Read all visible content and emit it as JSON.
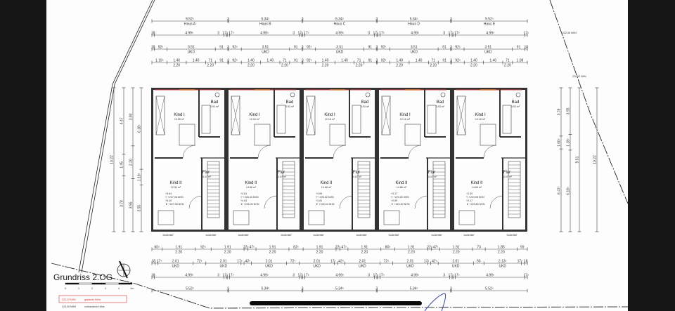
{
  "drawing": {
    "title": "Grundriss 2.OG",
    "scale_labels": [
      "0",
      "1",
      "2",
      "3",
      "4",
      "5m"
    ],
    "legend": [
      {
        "value": "222,22 NHN",
        "label": "geplante Höhe",
        "color": "#d23030"
      },
      {
        "value": "219,00 NHN",
        "label": "vorhandene Höhe",
        "color": "#333333"
      }
    ],
    "level_marks": [
      "222.35 NHN",
      "220.92 NHN"
    ],
    "colors": {
      "wall": "#333333",
      "window_red": "#e04848",
      "window_orange": "#e8803a",
      "pen": "#3a4a9a"
    }
  },
  "units": [
    {
      "house": "Haus A",
      "rooms": {
        "kind1": "Kind I",
        "kind1_area": "13.95 m²",
        "bad": "Bad",
        "bad_area": "5.93 m²",
        "kind2": "Kind II",
        "kind2_area": "12.54 m²",
        "flur": "Flur",
        "flur_area": "10.07 m²"
      },
      "levels": [
        "+5.63",
        "▽ +227.26 NHN",
        "+5.45",
        "▼ +227.08 NHN"
      ],
      "floor_label": "bodentief"
    },
    {
      "house": "Haus B",
      "rooms": {
        "kind1": "Kind I",
        "kind1_area": "12.16 m²",
        "bad": "Bad",
        "bad_area": "5.93 m²",
        "kind2": "Kind II",
        "kind2_area": "14.88 m²",
        "flur": "Flur",
        "flur_area": "10.07 m²"
      },
      "levels": [
        "+4.81",
        "▽ +226.44 NHN",
        "+4.63",
        "▼ +226.26 NHN"
      ],
      "floor_label": "bodentief"
    },
    {
      "house": "Haus C",
      "rooms": {
        "kind1": "Kind I",
        "kind1_area": "12.16 m²",
        "bad": "Bad",
        "bad_area": "5.93 m²",
        "kind2": "Kind II",
        "kind2_area": "14.88 m²",
        "flur": "Flur",
        "flur_area": "10.07 m²"
      },
      "levels": [
        "+3.99",
        "▽ +225.62 NHN",
        "+3.81",
        "▼ +225.44 NHN"
      ],
      "floor_label": "bodentief"
    },
    {
      "house": "Haus D",
      "rooms": {
        "kind1": "Kind I",
        "kind1_area": "12.16 m²",
        "bad": "Bad",
        "bad_area": "5.93 m²",
        "kind2": "Kind II",
        "kind2_area": "14.88 m²",
        "flur": "Flur",
        "flur_area": "10.07 m²"
      },
      "levels": [
        "+3.17",
        "▽ +224.80 NHN",
        "+2.99",
        "▼ +224.62 NHN"
      ],
      "floor_label": "bodentief"
    },
    {
      "house": "Haus E",
      "rooms": {
        "kind1": "Kind I",
        "kind1_area": "12.16 m²",
        "bad": "Bad",
        "bad_area": "5.93 m²",
        "kind2": "Kind II",
        "kind2_area": "14.66 m²",
        "flur": "Flur",
        "flur_area": "10.07 m²"
      },
      "levels": [
        "+2.35",
        "▽ +223.98 NHN",
        "+2.17",
        "▼ +223.80 NHN"
      ],
      "floor_label": "bodentief"
    }
  ],
  "dimensions": {
    "top": [
      [
        {
          "t": "5.52⁵",
          "b": "Haus A"
        },
        {
          "t": "3"
        },
        {
          "t": "5.34⁵",
          "b": "Haus B"
        },
        {
          "t": "3"
        },
        {
          "t": "5.34⁵",
          "b": "Haus C"
        },
        {
          "t": "3"
        },
        {
          "t": "5.34⁵",
          "b": "Haus D"
        },
        {
          "t": "3"
        },
        {
          "t": "5.52⁵",
          "b": "Haus E"
        }
      ],
      [
        {
          "t": "18"
        },
        {
          "t": "4.99⁵"
        },
        {
          "t": "17⁵"
        },
        {
          "t": "3"
        },
        {
          "t": "17⁵"
        },
        {
          "t": "4.99⁵"
        },
        {
          "t": "17⁵"
        },
        {
          "t": "3"
        },
        {
          "t": "17⁵"
        },
        {
          "t": "4.99⁵"
        },
        {
          "t": "17⁵"
        },
        {
          "t": "3"
        },
        {
          "t": "17⁵"
        },
        {
          "t": "4.99⁵"
        },
        {
          "t": "17⁵"
        },
        {
          "t": "3"
        },
        {
          "t": "17⁵"
        },
        {
          "t": "4.99⁵"
        },
        {
          "t": "17⁵"
        }
      ],
      [
        {
          "t": "18"
        },
        {
          "t": "92⁵"
        },
        {
          "t": "3.51",
          "b": "UKD"
        },
        {
          "t": "91"
        },
        {
          "t": "3"
        },
        {
          "t": "92⁵"
        },
        {
          "t": "3.51",
          "b": "UKD"
        },
        {
          "t": "91"
        },
        {
          "t": "3"
        },
        {
          "t": "92⁵"
        },
        {
          "t": "3.51",
          "b": "UKD"
        },
        {
          "t": "91"
        },
        {
          "t": "3"
        },
        {
          "t": "92⁵"
        },
        {
          "t": "3.51",
          "b": "UKD"
        },
        {
          "t": "91"
        },
        {
          "t": "3"
        },
        {
          "t": "92⁵"
        },
        {
          "t": "3.51",
          "b": "UKD"
        },
        {
          "t": "91"
        },
        {
          "t": "18"
        }
      ],
      [
        {
          "t": "1.10⁵"
        },
        {
          "t": "1.40",
          "b": "2.20"
        },
        {
          "t": "1.40"
        },
        {
          "t": "71",
          "b": "2.20"
        },
        {
          "t": "91"
        },
        {
          "t": "3"
        },
        {
          "t": "92⁵"
        },
        {
          "t": "1.40",
          "b": "2.20"
        },
        {
          "t": "1.40"
        },
        {
          "t": "71",
          "b": "2.20"
        },
        {
          "t": "91"
        },
        {
          "t": "3"
        },
        {
          "t": "92⁵"
        },
        {
          "t": "1.40",
          "b": "2.20"
        },
        {
          "t": "1.40"
        },
        {
          "t": "71",
          "b": "2.20"
        },
        {
          "t": "91"
        },
        {
          "t": "3"
        },
        {
          "t": "92⁵"
        },
        {
          "t": "1.40",
          "b": "2.20"
        },
        {
          "t": "1.40"
        },
        {
          "t": "71",
          "b": "2.20"
        },
        {
          "t": "91"
        },
        {
          "t": "3"
        },
        {
          "t": "92⁵"
        },
        {
          "t": "1.40",
          "b": "2.20"
        },
        {
          "t": "1.40"
        },
        {
          "t": "71",
          "b": "2.20"
        },
        {
          "t": "1.08"
        }
      ]
    ],
    "bottom": [
      [
        {
          "t": "60⁵"
        },
        {
          "t": "1.91",
          "b": "2.20"
        },
        {
          "t": "92⁵"
        },
        {
          "t": "1.91",
          "b": "2.20"
        },
        {
          "t": "22⁵"
        },
        {
          "t": "47⁵"
        },
        {
          "t": "1.91",
          "b": "2.20"
        },
        {
          "t": "82⁵"
        },
        {
          "t": "1.91",
          "b": "2.20"
        },
        {
          "t": "22⁵"
        },
        {
          "t": "47⁵"
        },
        {
          "t": "1.91",
          "b": "2.20"
        },
        {
          "t": "80⁵"
        },
        {
          "t": "1.91",
          "b": "2.20"
        },
        {
          "t": "22⁵"
        },
        {
          "t": "47⁵"
        },
        {
          "t": "1.91",
          "b": "2.20"
        },
        {
          "t": "73"
        },
        {
          "t": "1.85",
          "b": "2.20"
        },
        {
          "t": "59"
        }
      ],
      [
        {
          "t": "18"
        },
        {
          "t": "17⁵"
        },
        {
          "t": "2.01",
          "b": "UKD"
        },
        {
          "t": "72⁵"
        },
        {
          "t": "2.01",
          "b": "UKD"
        },
        {
          "t": "17⁵"
        },
        {
          "t": "42⁵"
        },
        {
          "t": "2.01",
          "b": "UKD"
        },
        {
          "t": "72⁵"
        },
        {
          "t": "2.01",
          "b": "UKD"
        },
        {
          "t": "17⁵"
        },
        {
          "t": "42⁵"
        },
        {
          "t": "2.01",
          "b": "UKD"
        },
        {
          "t": "72⁵"
        },
        {
          "t": "2.01",
          "b": "UKD"
        },
        {
          "t": "17⁵"
        },
        {
          "t": "42⁵"
        },
        {
          "t": "2.01",
          "b": "UKD"
        },
        {
          "t": "60"
        },
        {
          "t": "2.13⁵",
          "b": "UKD"
        },
        {
          "t": "17⁵"
        },
        {
          "t": "18"
        }
      ],
      [
        {
          "t": "18"
        },
        {
          "t": "4.99⁵"
        },
        {
          "t": "17⁵"
        },
        {
          "t": "3"
        },
        {
          "t": "17⁵"
        },
        {
          "t": "4.99⁵"
        },
        {
          "t": "17⁵"
        },
        {
          "t": "3"
        },
        {
          "t": "17⁵"
        },
        {
          "t": "4.99⁵"
        },
        {
          "t": "17⁵"
        },
        {
          "t": "3"
        },
        {
          "t": "17⁵"
        },
        {
          "t": "4.99⁵"
        },
        {
          "t": "17⁵"
        },
        {
          "t": "3"
        },
        {
          "t": "17⁵"
        },
        {
          "t": "4.99⁵"
        },
        {
          "t": "17⁵"
        }
      ],
      [
        {
          "t": "5.52⁵"
        },
        {
          "t": "3"
        },
        {
          "t": "5.34⁵"
        },
        {
          "t": "3"
        },
        {
          "t": "5.34⁵"
        },
        {
          "t": "3"
        },
        {
          "t": "5.34⁵"
        },
        {
          "t": "3"
        },
        {
          "t": "5.52⁵"
        }
      ]
    ],
    "left": [
      [
        {
          "t": "10.22"
        }
      ],
      [
        {
          "t": "4.47"
        },
        {
          "t": "1.45"
        },
        {
          "t": "3.78"
        }
      ],
      [
        {
          "t": "3.90"
        },
        {
          "t": "2.20"
        },
        {
          "t": "3.55"
        }
      ],
      [
        {
          "t": "6.18⁵"
        },
        {
          "t": "1.18⁵"
        },
        {
          "t": "3.55"
        }
      ]
    ],
    "right": [
      [
        {
          "t": "3.78"
        },
        {
          "t": "1.00⁵"
        },
        {
          "t": "6.47⁵"
        }
      ],
      [
        {
          "t": "3.55"
        },
        {
          "t": "1.18⁵"
        },
        {
          "t": "6.18⁵"
        }
      ],
      [
        {
          "t": "9.51"
        }
      ],
      [
        {
          "t": "10.22"
        }
      ]
    ]
  }
}
